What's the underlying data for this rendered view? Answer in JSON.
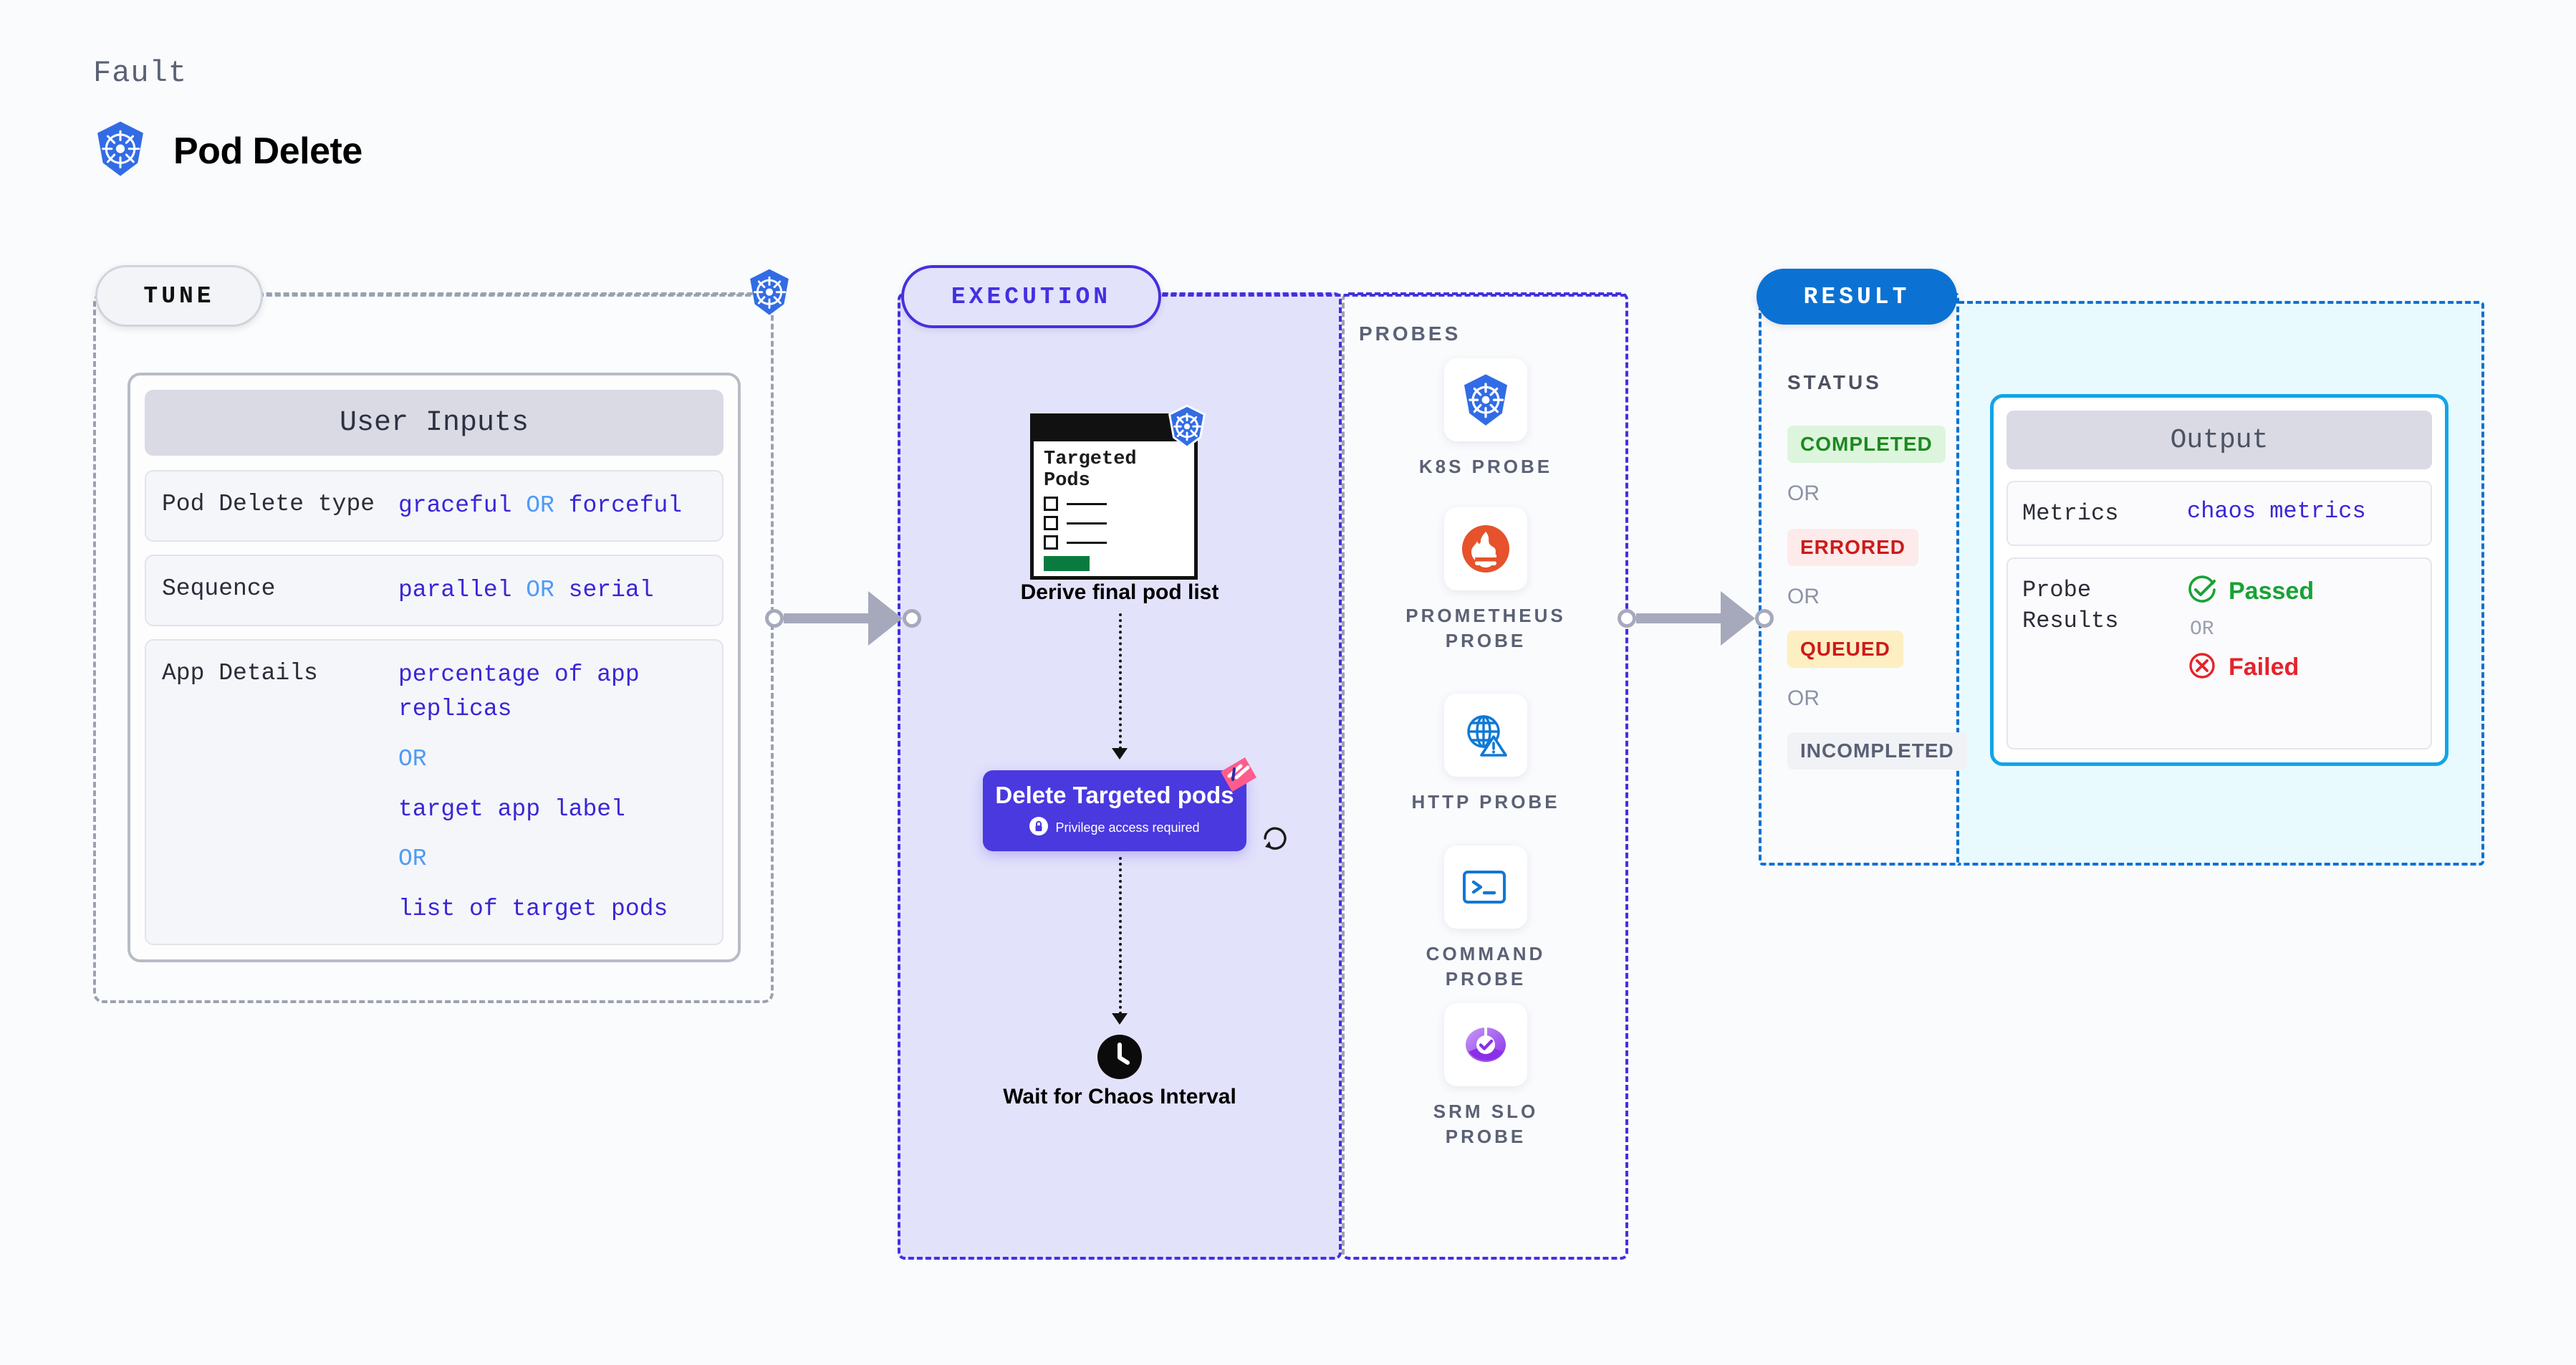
{
  "header": {
    "fault_label": "Fault",
    "fault_title": "Pod Delete",
    "icon": "kubernetes-icon"
  },
  "stages": {
    "tune": {
      "pill_label": "TUNE",
      "card_title": "User Inputs",
      "rows": [
        {
          "key": "Pod Delete type",
          "values": [
            "graceful",
            "forceful"
          ],
          "separator": "OR",
          "inline": true
        },
        {
          "key": "Sequence",
          "values": [
            "parallel",
            "serial"
          ],
          "separator": "OR",
          "inline": true
        },
        {
          "key": "App Details",
          "values": [
            "percentage of app replicas",
            "target app label",
            "list of target pods"
          ],
          "separator": "OR",
          "inline": false
        }
      ],
      "row0_v0": "graceful",
      "row0_or": "OR",
      "row0_v1": "forceful",
      "row1_v0": "parallel",
      "row1_or": "OR",
      "row1_v1": "serial",
      "row2_v0": "percentage of app replicas",
      "row2_or1": "OR",
      "row2_v1": "target app label",
      "row2_or2": "OR",
      "row2_v2": "list of target pods"
    },
    "execution": {
      "pill_label": "EXECUTION",
      "targeted_card": {
        "title": "Targeted Pods",
        "icon": "kubernetes-icon",
        "checkbox_count": 3
      },
      "derive_label": "Derive final pod list",
      "delete_node": {
        "title": "Delete Targeted pods",
        "privilege_note": "Privilege access required",
        "lock_icon": "lock-icon",
        "corner_icon": "litmus-chaos-icon",
        "loop_icon": "refresh-loop-icon"
      },
      "wait_node": {
        "label": "Wait for Chaos Interval",
        "icon": "clock-icon"
      }
    },
    "probes": {
      "title": "PROBES",
      "items": [
        {
          "label": "K8S PROBE",
          "icon": "kubernetes-icon"
        },
        {
          "label": "PROMETHEUS PROBE",
          "icon": "prometheus-icon"
        },
        {
          "label": "HTTP PROBE",
          "icon": "http-globe-warning-icon"
        },
        {
          "label": "COMMAND PROBE",
          "icon": "terminal-prompt-icon"
        },
        {
          "label": "SRM SLO PROBE",
          "icon": "srm-slo-donut-check-icon"
        }
      ]
    },
    "result": {
      "pill_label": "RESULT",
      "status_title": "STATUS",
      "or_label": "OR",
      "statuses": [
        {
          "label": "COMPLETED",
          "bg": "#ddf5dc",
          "fg": "#1c8a1f"
        },
        {
          "label": "ERRORED",
          "bg": "#fdeaea",
          "fg": "#cc1b1b"
        },
        {
          "label": "QUEUED",
          "bg": "#fdefc2",
          "fg": "#cc1b1b"
        },
        {
          "label": "INCOMPLETED",
          "bg": "#f1f2f6",
          "fg": "#5b6175"
        }
      ],
      "output_card": {
        "title": "Output",
        "metrics_key": "Metrics",
        "metrics_value": "chaos metrics",
        "probe_results_key": "Probe Results",
        "passed_label": "Passed",
        "failed_label": "Failed",
        "or_label": "OR",
        "passed_icon": "check-circle-icon",
        "failed_icon": "x-circle-icon"
      }
    }
  },
  "colors": {
    "page_bg": "#fafbfc",
    "tune_border": "#9aa2b1",
    "execution_border": "#4430e0",
    "execution_bg": "#e3e2fb",
    "result_border": "#0b72d4",
    "result_bg": "#e8fafe",
    "accent_purple": "#4a39de",
    "value_text": "#3a26d6",
    "or_blue": "#4f9bf5",
    "k8s_blue": "#326ce5",
    "prometheus_orange": "#e6522c",
    "litmus_pink": "#ff5c8d",
    "connector_gray": "#a6a9bb"
  }
}
